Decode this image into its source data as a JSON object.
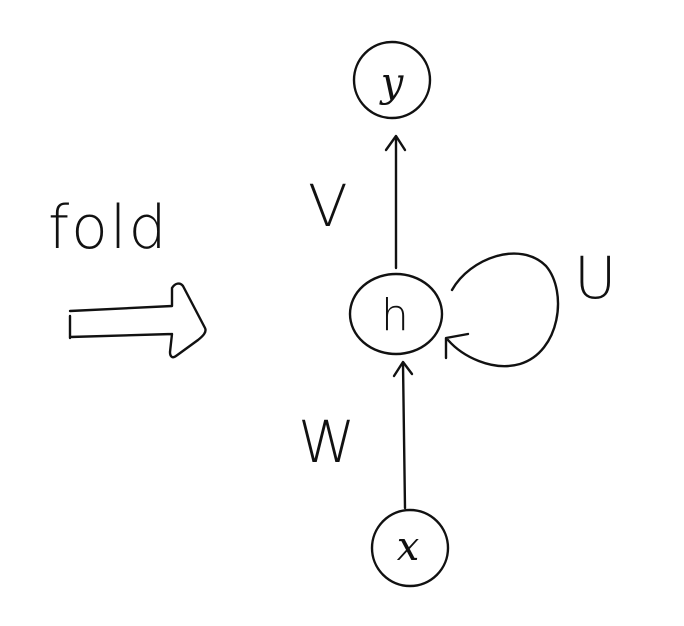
{
  "fold_label": "fold",
  "nodes": {
    "output": "y",
    "hidden": "h",
    "input": "x"
  },
  "weights": {
    "output_weight": "V",
    "recurrent_weight": "U",
    "input_weight": "W"
  },
  "colors": {
    "ink": "#111111",
    "background": "#ffffff"
  }
}
